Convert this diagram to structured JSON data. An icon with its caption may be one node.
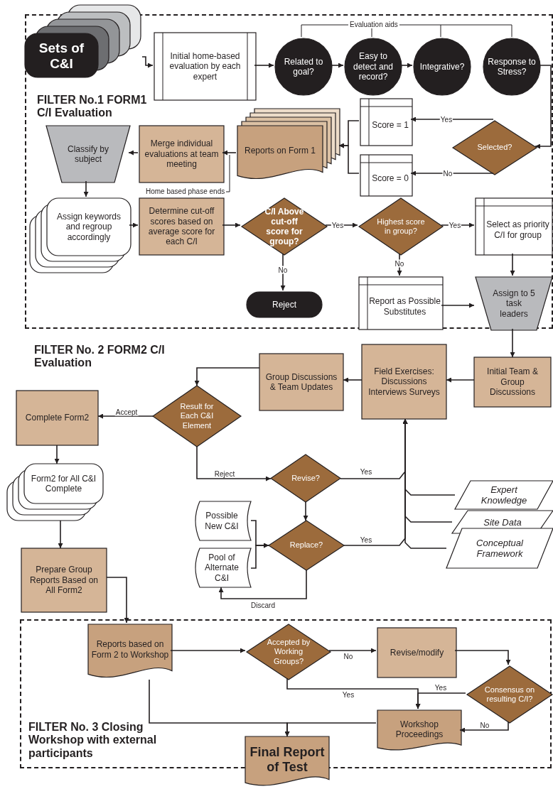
{
  "diagram": {
    "nodes": [
      {
        "text": [
          "FILTER No.1 FORM1 C/I Evaluation"
        ]
      },
      {
        "text": [
          "Sets of C&I"
        ]
      },
      {
        "text": [
          "Initial home-based evaluation by each expert"
        ],
        "in": 0
      },
      {
        "text": [
          "Related to goal?"
        ],
        "in": 0
      },
      {
        "text": [
          "Easy to detect and record?"
        ],
        "in": 0
      },
      {
        "text": [
          "Integrative?"
        ],
        "in": 0
      },
      {
        "text": [
          "Response to Stress?"
        ],
        "in": 0
      },
      {
        "text": [
          "Selected?"
        ],
        "in": 0
      },
      {
        "text": [
          "Score = 1"
        ],
        "in": 0
      },
      {
        "text": [
          "Score = 0"
        ],
        "in": 0
      },
      {
        "text": [
          "Reports on Form 1"
        ],
        "in": 0
      },
      {
        "text": [
          "Merge individual evaluations at team meeting"
        ],
        "in": 0
      },
      {
        "text": [
          "Classify by subject"
        ],
        "in": 0
      },
      {
        "text": [
          "Assign keywords and regroup accordingly"
        ],
        "in": 0
      },
      {
        "text": [
          "Determine cut-off scores based on average score for each C/I"
        ],
        "in": 0
      },
      {
        "text": [
          "C/I Above cut-off score for group?"
        ],
        "in": 0
      },
      {
        "text": [
          "Highest score in group?"
        ],
        "in": 0
      },
      {
        "text": [
          "Select as priority C/I for group"
        ],
        "in": 0
      },
      {
        "text": [
          "Reject"
        ],
        "in": 0
      },
      {
        "text": [
          "Report as Possible Substitutes"
        ],
        "in": 0
      },
      {
        "text": [
          "Assign to 5 task leaders"
        ],
        "in": 0
      },
      {
        "text": [
          "Initial Team & Group Discussions"
        ]
      },
      {
        "text": [
          "Field Exercises: Discussions Interviews Surveys"
        ]
      },
      {
        "text": [
          "Group Discussions & Team Updates"
        ]
      },
      {
        "text": [
          "Result for Each C&I Element"
        ]
      },
      {
        "text": [
          "Complete Form2"
        ]
      },
      {
        "text": [
          "Form2 for All C&I Complete"
        ]
      },
      {
        "text": [
          "Prepare Group Reports Based on All Form2"
        ]
      },
      {
        "text": [
          "Revise?"
        ]
      },
      {
        "text": [
          "Replace?"
        ]
      },
      {
        "text": [
          "Possible New C&I"
        ]
      },
      {
        "text": [
          "Pool of Alternate C&I"
        ]
      },
      {
        "text": [
          "Expert Knowledge"
        ]
      },
      {
        "text": [
          "Site Data"
        ]
      },
      {
        "text": [
          "Conceptual Framework"
        ]
      },
      {
        "text": [
          "FILTER No. 3 Closing Workshop with external participants"
        ]
      },
      {
        "text": [
          "Reports based on Form 2 to Workshop"
        ],
        "in": 35
      },
      {
        "text": [
          "Accepted by Working Groups?"
        ],
        "in": 35
      },
      {
        "text": [
          "Revise/modify"
        ],
        "in": 35
      },
      {
        "text": [
          "Consensus on resulting C/I?"
        ],
        "in": 35
      },
      {
        "text": [
          "Workshop Proceedings"
        ],
        "in": 35
      },
      {
        "text": [
          "Final Report of Test"
        ]
      }
    ],
    "edges": [
      {
        "from": 1,
        "to": 2,
        "arrow": "to"
      },
      {
        "from": 2,
        "to": 3,
        "arrow": "to"
      },
      {
        "from": 3,
        "to": 4,
        "arrow": "to"
      },
      {
        "from": 4,
        "to": 5,
        "arrow": "to"
      },
      {
        "from": 6,
        "to": 7,
        "arrow": "to"
      },
      {
        "from": 7,
        "to": 8,
        "arrow": "to",
        "label": "Yes"
      },
      {
        "from": 7,
        "to": 9,
        "arrow": "to",
        "label": "No"
      },
      {
        "from": 8,
        "to": 10,
        "arrow": "to"
      },
      {
        "from": 9,
        "to": 10,
        "arrow": "to"
      },
      {
        "from": 10,
        "to": 11,
        "arrow": "to"
      },
      {
        "from": 11,
        "to": 12,
        "arrow": "to"
      },
      {
        "from": 12,
        "to": 13,
        "arrow": "to"
      },
      {
        "from": 13,
        "to": 14,
        "arrow": "to"
      },
      {
        "from": 14,
        "to": 15,
        "arrow": "to"
      },
      {
        "from": 15,
        "to": 16,
        "arrow": "to",
        "label": "Yes"
      },
      {
        "from": 15,
        "to": 18,
        "arrow": "to",
        "label": "No"
      },
      {
        "from": 16,
        "to": 17,
        "arrow": "to",
        "label": "Yes"
      },
      {
        "from": 16,
        "to": 19,
        "arrow": "to",
        "label": "No"
      },
      {
        "from": 17,
        "to": 20,
        "arrow": "to"
      },
      {
        "from": 19,
        "to": 20,
        "arrow": "to"
      },
      {
        "from": 20,
        "to": 21,
        "arrow": "to"
      },
      {
        "from": 21,
        "to": 22,
        "arrow": "to"
      },
      {
        "from": 22,
        "to": 23,
        "arrow": "to"
      },
      {
        "from": 23,
        "to": 24,
        "arrow": "to"
      },
      {
        "from": 24,
        "to": 25,
        "arrow": "to",
        "label": "Accept"
      },
      {
        "from": 24,
        "to": 28,
        "arrow": "to",
        "label": "Reject"
      },
      {
        "from": 25,
        "to": 26,
        "arrow": "to"
      },
      {
        "from": 26,
        "to": 27,
        "arrow": "to"
      },
      {
        "from": 27,
        "to": 36,
        "arrow": "to"
      },
      {
        "from": 28,
        "to": 22,
        "arrow": "to",
        "label": "Yes"
      },
      {
        "from": 28,
        "to": 29,
        "arrow": "to"
      },
      {
        "from": 29,
        "to": 22,
        "arrow": "to",
        "label": "Yes"
      },
      {
        "from": 29,
        "to": 31,
        "arrow": "to",
        "label": "Discard"
      },
      {
        "from": 30,
        "to": 29,
        "arrow": "to"
      },
      {
        "from": 31,
        "to": 29,
        "arrow": "to"
      },
      {
        "from": 32,
        "to": 22,
        "arrow": "to"
      },
      {
        "from": 33,
        "to": 22,
        "arrow": "to"
      },
      {
        "from": 34,
        "to": 22,
        "arrow": "to"
      },
      {
        "from": 36,
        "to": 37,
        "arrow": "to"
      },
      {
        "from": 37,
        "to": 38,
        "arrow": "to",
        "label": "No"
      },
      {
        "from": 37,
        "to": 40,
        "arrow": "to",
        "label": "Yes"
      },
      {
        "from": 38,
        "to": 39,
        "arrow": "to"
      },
      {
        "from": 39,
        "to": 40,
        "arrow": "to",
        "label": "Yes"
      },
      {
        "from": 39,
        "to": 40,
        "arrow": "to",
        "label": "No"
      },
      {
        "from": 36,
        "to": 41,
        "arrow": "to"
      },
      {
        "from": 40,
        "to": 41,
        "arrow": "to"
      }
    ],
    "labels": [
      "Evaluation aids",
      "Home based phase ends",
      "FILTER No. 2 FORM2 C/I Evaluation"
    ]
  }
}
